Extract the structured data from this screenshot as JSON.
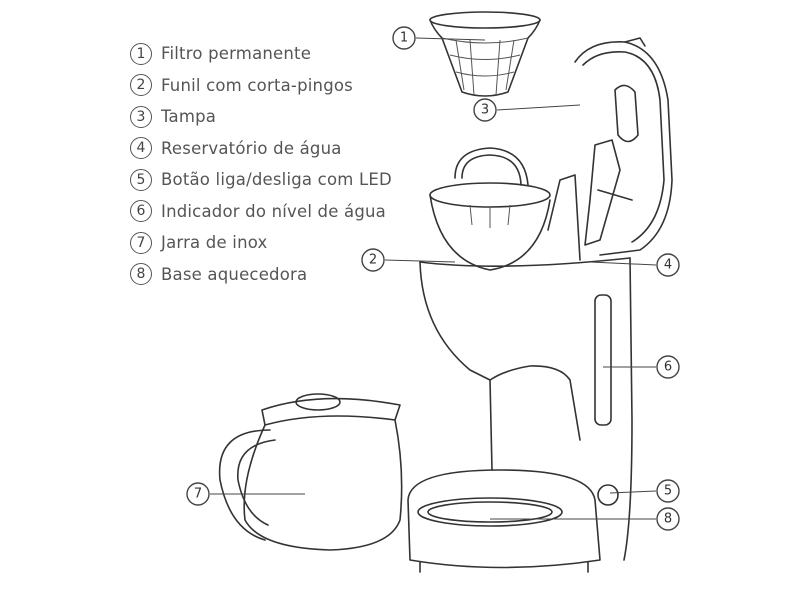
{
  "legend": [
    {
      "number": "1",
      "label": "Filtro permanente"
    },
    {
      "number": "2",
      "label": "Funil com corta-pingos"
    },
    {
      "number": "3",
      "label": "Tampa"
    },
    {
      "number": "4",
      "label": "Reservatório de água"
    },
    {
      "number": "5",
      "label": "Botão liga/desliga com LED"
    },
    {
      "number": "6",
      "label": "Indicador do nível de água"
    },
    {
      "number": "7",
      "label": "Jarra de inox"
    },
    {
      "number": "8",
      "label": "Base aquecedora"
    }
  ],
  "callouts": {
    "c1": "1",
    "c2": "2",
    "c3": "3",
    "c4": "4",
    "c5": "5",
    "c6": "6",
    "c7": "7",
    "c8": "8"
  },
  "colors": {
    "line": "#333333",
    "text": "#555555",
    "background": "#ffffff"
  }
}
